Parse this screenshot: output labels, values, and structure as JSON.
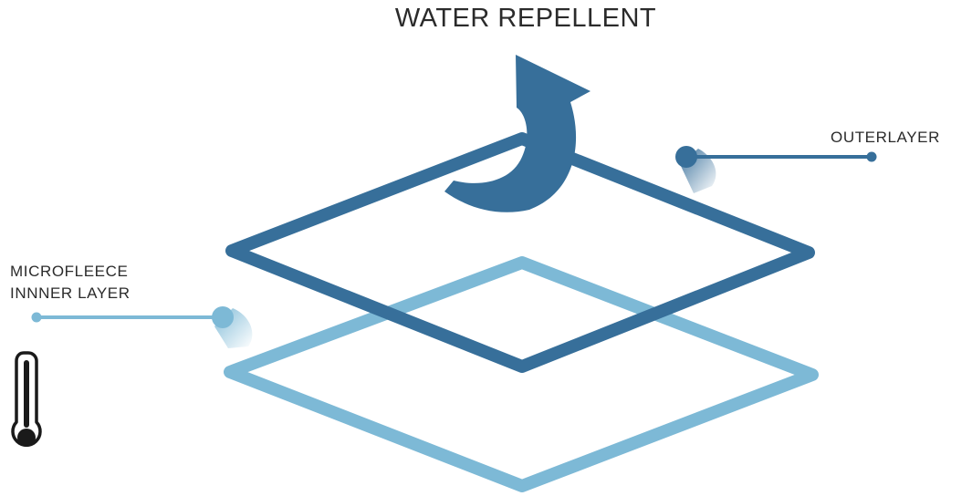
{
  "title": "WATER REPELLENT",
  "labels": {
    "outer_layer": "OUTERLAYER",
    "inner_layer_line1": "MICROFLEECE",
    "inner_layer_line2": "INNNER LAYER"
  },
  "colors": {
    "outer_layer": "#376f9a",
    "inner_layer": "#7db9d6",
    "text": "#2b2b2b",
    "thermometer": "#1a1a1a"
  },
  "icons": {
    "arrow": "curved-arrow-icon",
    "thermometer": "thermometer-icon"
  }
}
